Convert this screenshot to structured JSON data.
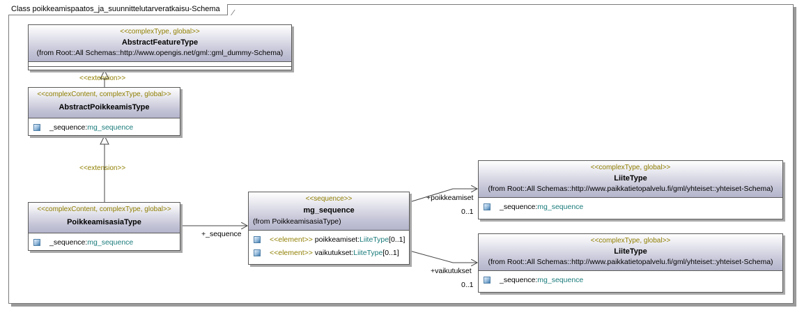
{
  "diagram": {
    "title": "Class poikkeamispaatos_ja_suunnittelutarveratkaisu-Schema"
  },
  "classes": {
    "abstract_feature": {
      "stereotype": "<<complexType, global>>",
      "name": "AbstractFeatureType",
      "from": "(from Root::All Schemas::http://www.opengis.net/gml::gml_dummy-Schema)"
    },
    "abstract_poikkeamis": {
      "stereotype": "<<complexContent, complexType, global>>",
      "name": "AbstractPoikkeamisType",
      "attr_name": "_sequence:",
      "attr_type": "mg_sequence"
    },
    "poikkeamisasia": {
      "stereotype": "<<complexContent, complexType, global>>",
      "name": "PoikkeamisasiaType",
      "attr_name": "_sequence:",
      "attr_type": "mg_sequence"
    },
    "mg_sequence": {
      "stereotype": "<<sequence>>",
      "name": "mg_sequence",
      "from": "(from PoikkeamisasiaType)",
      "attrs": [
        {
          "stereo": "<<element>>",
          "name": " poikkeamiset:",
          "type": "LiiteType",
          "mult": "[0..1]"
        },
        {
          "stereo": "<<element>>",
          "name": " vaikutukset:",
          "type": "LiiteType",
          "mult": "[0..1]"
        }
      ]
    },
    "liite1": {
      "stereotype": "<<complexType, global>>",
      "name": "LiiteType",
      "from": "(from Root::All Schemas::http://www.paikkatietopalvelu.fi/gml/yhteiset::yhteiset-Schema)",
      "attr_name": "_sequence:",
      "attr_type": "mg_sequence"
    },
    "liite2": {
      "stereotype": "<<complexType, global>>",
      "name": "LiiteType",
      "from": "(from Root::All Schemas::http://www.paikkatietopalvelu.fi/gml/yhteiset::yhteiset-Schema)",
      "attr_name": "_sequence:",
      "attr_type": "mg_sequence"
    }
  },
  "labels": {
    "extension_1": "<<extension>>",
    "extension_2": "<<extension>>",
    "role_sequence": "+_sequence",
    "role_poikkeamiset": "+poikkeamiset",
    "mult_poikkeamiset": "0..1",
    "role_vaikutukset": "+vaikutukset",
    "mult_vaikutukset": "0..1"
  }
}
